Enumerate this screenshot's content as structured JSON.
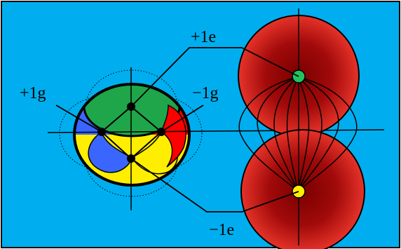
{
  "colors": {
    "panel_background": "#00aeef",
    "panel_border": "#000000",
    "sphere_light": "#e63329",
    "sphere_dark": "#7a0000",
    "quadrant_green": "#1fa64a",
    "quadrant_red": "#ff0000",
    "quadrant_blue": "#3a66ff",
    "quadrant_yellow": "#ffee00",
    "pole_top": "#22c35e",
    "pole_bottom": "#ffee00"
  },
  "labels": {
    "plus_e": "+1e",
    "minus_e": "−1e",
    "plus_g": "+1g",
    "minus_g": "−1g"
  }
}
